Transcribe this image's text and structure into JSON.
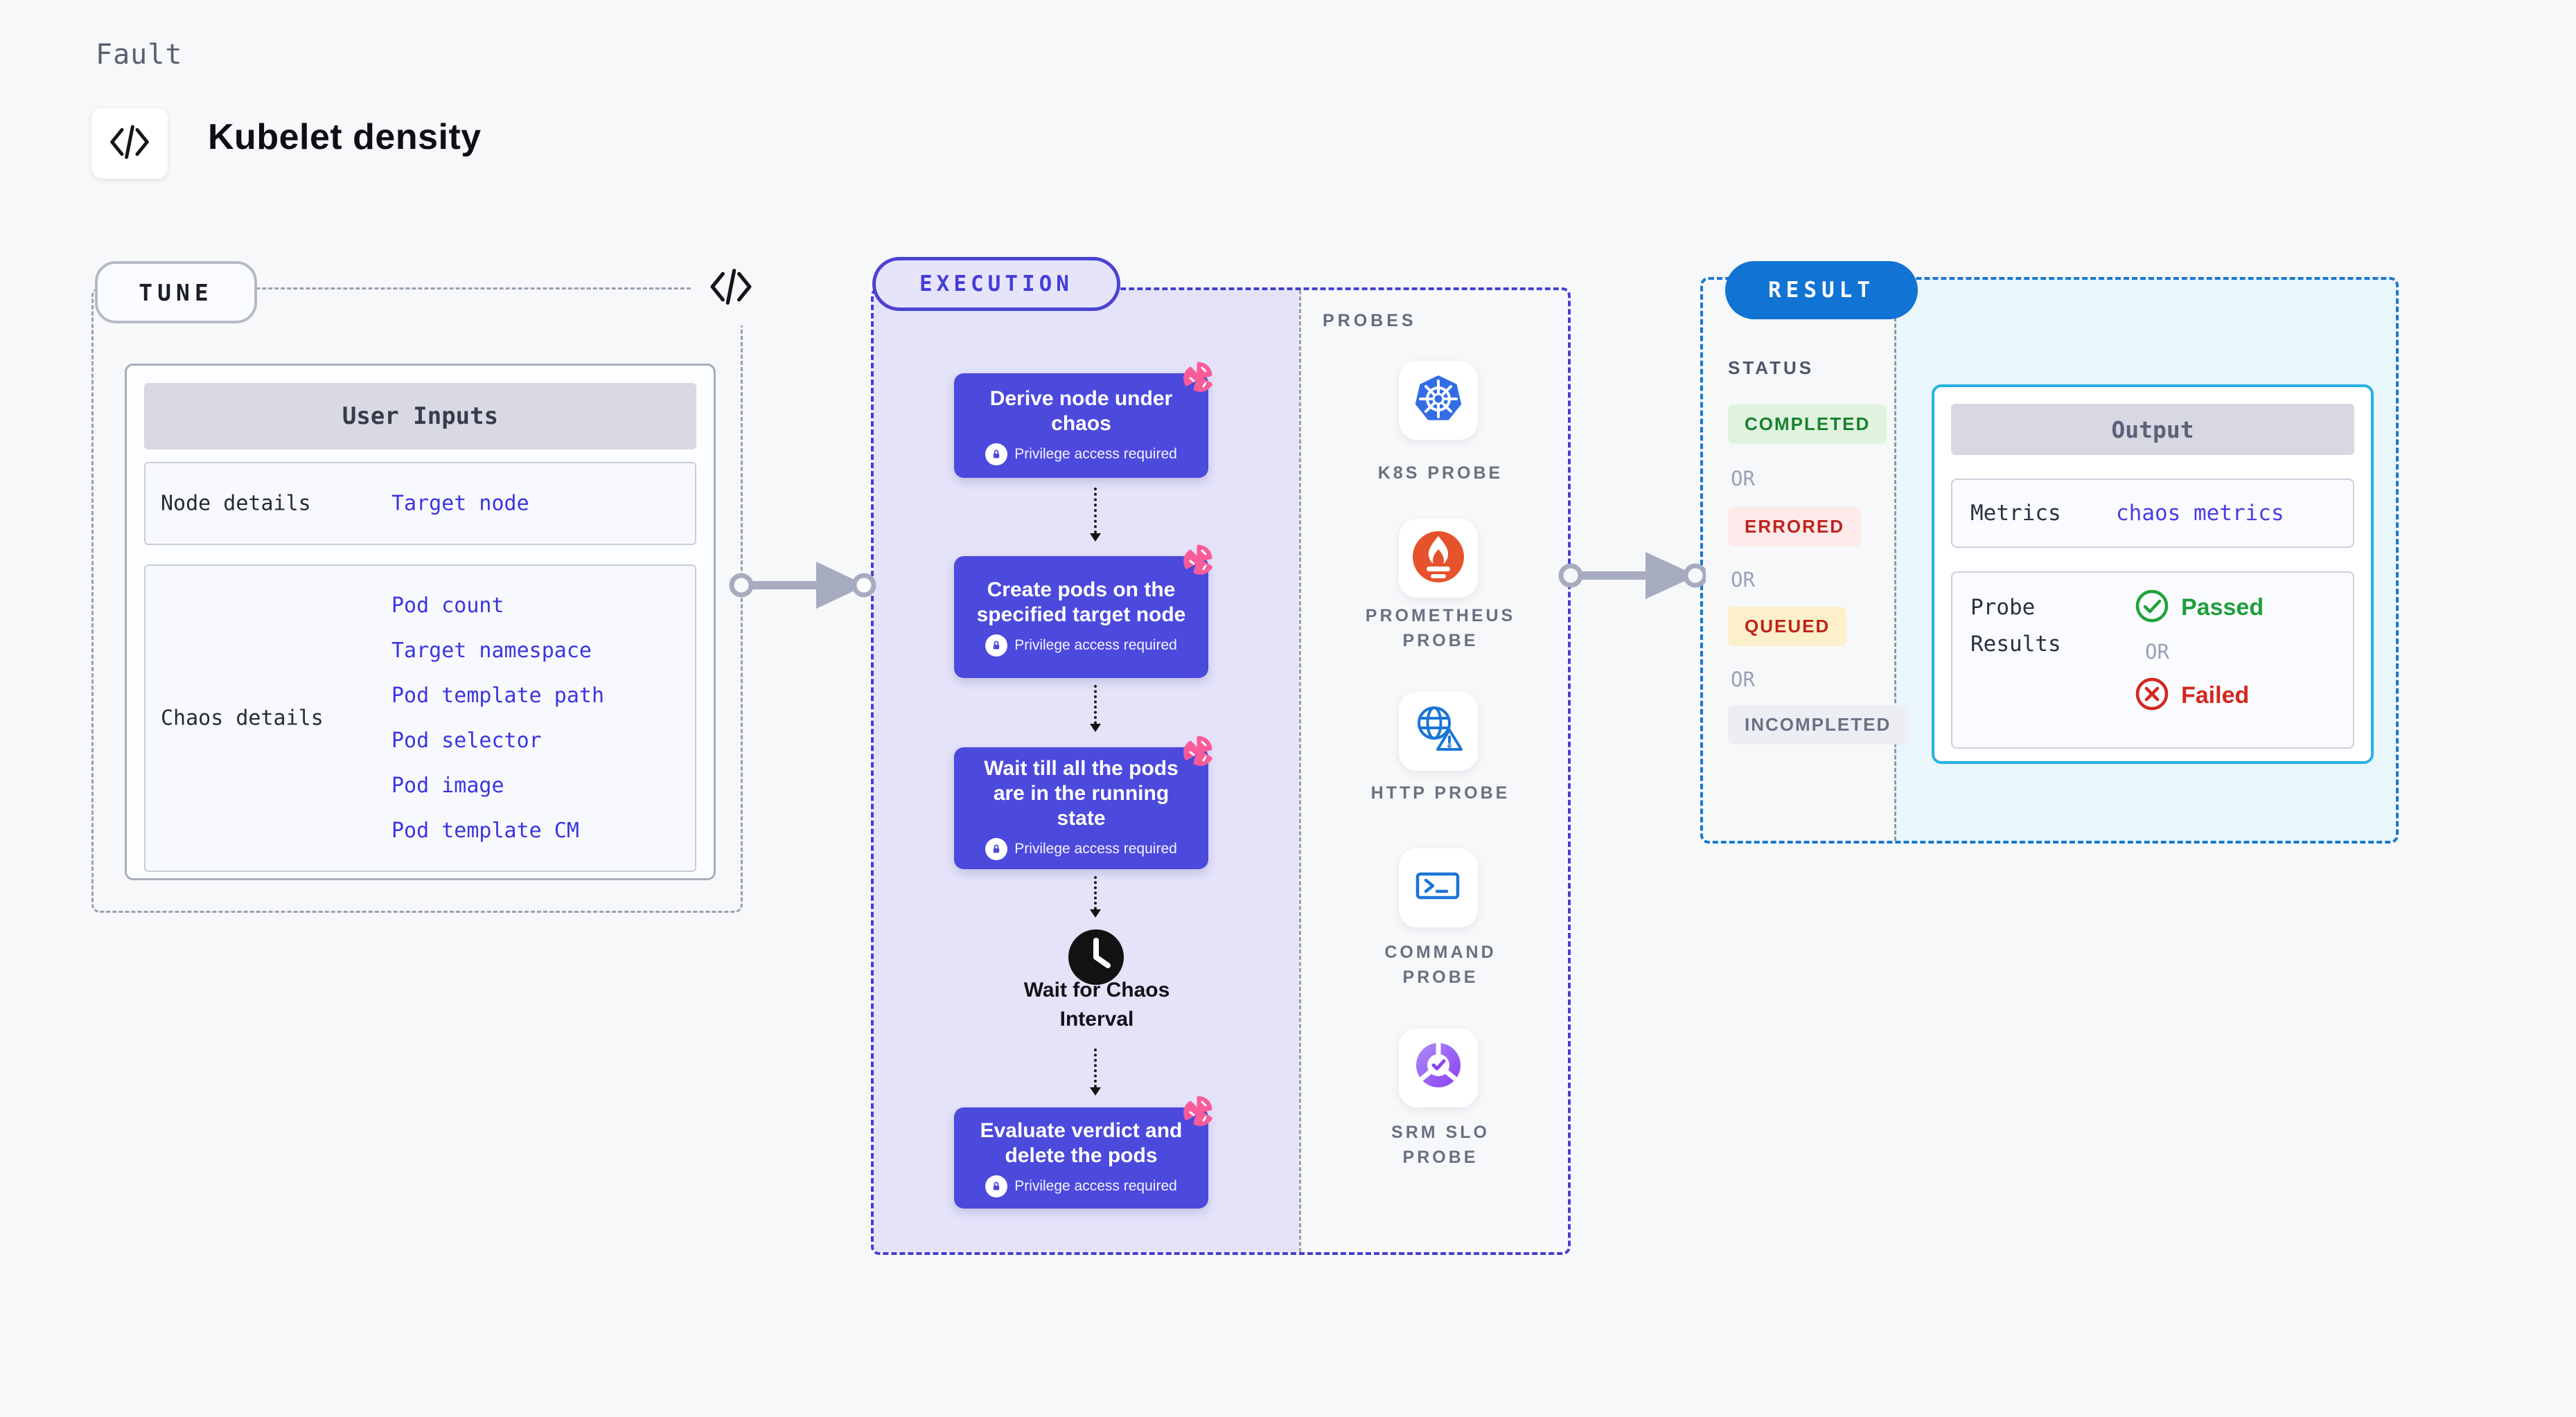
{
  "header": {
    "eyebrow": "Fault",
    "title": "Kubelet density"
  },
  "tune": {
    "badge": "TUNE",
    "table": {
      "title": "User Inputs",
      "rows": [
        {
          "label": "Node details",
          "values": [
            "Target node"
          ]
        },
        {
          "label": "Chaos details",
          "values": [
            "Pod count",
            "Target namespace",
            "Pod template path",
            "Pod selector",
            "Pod image",
            "Pod template CM"
          ]
        }
      ]
    }
  },
  "execution": {
    "badge": "EXECUTION",
    "steps": [
      {
        "title": "Derive node under chaos",
        "note": "Privilege access required"
      },
      {
        "title": "Create pods on the specified target node",
        "note": "Privilege access required"
      },
      {
        "title": "Wait till all the pods are in the running state",
        "note": "Privilege access required"
      },
      {
        "title": "Evaluate verdict and delete the pods",
        "note": "Privilege access required"
      }
    ],
    "wait_label": "Wait for Chaos Interval"
  },
  "probes": {
    "title": "PROBES",
    "items": [
      {
        "label": "K8S PROBE",
        "icon": "kubernetes-icon"
      },
      {
        "label": "PROMETHEUS\nPROBE",
        "icon": "prometheus-icon"
      },
      {
        "label": "HTTP PROBE",
        "icon": "http-globe-warning-icon"
      },
      {
        "label": "COMMAND\nPROBE",
        "icon": "terminal-icon"
      },
      {
        "label": "SRM SLO\nPROBE",
        "icon": "srm-slo-gauge-icon"
      }
    ]
  },
  "result": {
    "badge": "RESULT",
    "status_label": "STATUS",
    "or_label": "OR",
    "statuses": [
      {
        "label": "COMPLETED",
        "fg": "#1b7f2f",
        "bg": "#dff3df",
        "style": "color:#1b7f2f;background:#dff3df;top:180px"
      },
      {
        "label": "ERRORED",
        "fg": "#c0231c",
        "bg": "#fdeaea",
        "style": "color:#c0231c;background:#fdeaea;top:328px"
      },
      {
        "label": "QUEUED",
        "fg": "#c02317",
        "bg": "#fcf0ca",
        "style": "color:#c02317;background:#fcf0ca;top:472px"
      },
      {
        "label": "INCOMPLETED",
        "fg": "#6a7183",
        "bg": "#eceef4",
        "style": "color:#6a7183;background:#eceef4;top:614px"
      }
    ],
    "output": {
      "title": "Output",
      "metrics_label": "Metrics",
      "metrics_value": "chaos metrics",
      "probe_results_label": "Probe Results",
      "passed_label": "Passed",
      "or_label": "OR",
      "failed_label": "Failed"
    }
  },
  "colors": {
    "page_bg": "#f7f8fa",
    "link_indigo": "#3a35e0",
    "step_indigo": "#4c49dd",
    "execution_border": "#453fd0",
    "lavender_bg": "#e4e3f9",
    "result_blue": "#1173d3",
    "output_border": "#28b2e2",
    "cyan_bg": "#e9f6fc",
    "chaos_pink": "#fa5b99",
    "kubernetes_blue": "#326de6",
    "prometheus_orange": "#e6522c",
    "probe_blue": "#1b76d6",
    "srm_purple": "#9b68f5",
    "passed_green": "#1f9e3c",
    "failed_red": "#d3281e"
  }
}
